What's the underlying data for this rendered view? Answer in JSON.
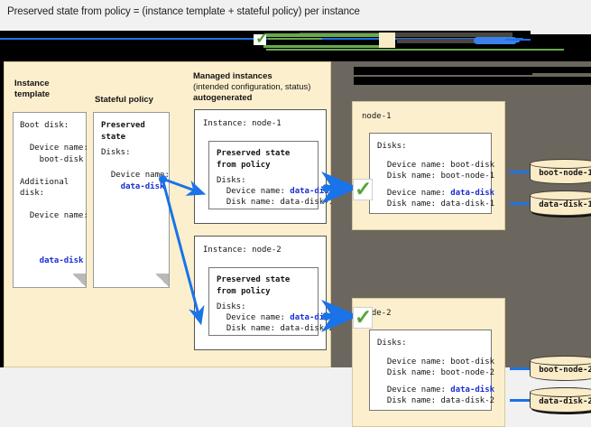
{
  "title": "Preserved state from policy = (instance template + stateful policy) per instance",
  "colors": {
    "panel_cream": "#fcefcd",
    "panel_gray": "#6b675e",
    "accent_blue": "#1a73e8",
    "value_blue": "#1a2fd4",
    "check_green": "#57a639",
    "page_bg": "#f1f1f1"
  },
  "columns": {
    "instance_template": {
      "heading": "Instance\ntemplate",
      "box": {
        "lines": [
          "Boot disk:",
          "",
          "  Device name:",
          "    boot-disk",
          "",
          "Additional",
          "disk:",
          "",
          "  Device name:"
        ],
        "value": "    data-disk"
      }
    },
    "stateful_policy": {
      "heading": "Stateful policy",
      "box": {
        "title": "Preserved\nstate",
        "lines": [
          "Disks:",
          "",
          "  Device name:"
        ],
        "value": "    data-disk"
      }
    },
    "managed_instances": {
      "heading_bold": "Managed instances",
      "heading_sub": "(intended configuration, status)",
      "heading_bold2": "autogenerated",
      "instances": [
        {
          "label": "Instance: node-1",
          "inner_title": "Preserved state\nfrom policy",
          "disks_label": "Disks:",
          "device_label": "  Device name: ",
          "device_value": "data-disk",
          "disk_label": "  Disk name: ",
          "disk_value": "data-disk-1"
        },
        {
          "label": "Instance: node-2",
          "inner_title": "Preserved state\nfrom policy",
          "disks_label": "Disks:",
          "device_label": "  Device name: ",
          "device_value": "data-disk",
          "disk_label": "  Disk name: ",
          "disk_value": "data-disk-2"
        }
      ]
    },
    "running_nodes": {
      "redacted_heading_line1": "",
      "redacted_heading_line2": "",
      "nodes": [
        {
          "label": "node-1",
          "disks_label": "Disks:",
          "boot_device_label": "  Device name: boot-disk",
          "boot_disk_label": "  Disk name: boot-node-1",
          "data_device_label": "  Device name: ",
          "data_device_value": "data-disk",
          "data_disk_label": "  Disk name: ",
          "data_disk_value": "data-disk-1",
          "volumes": [
            "boot-node-1",
            "data-disk-1"
          ]
        },
        {
          "label": "node-2",
          "disks_label": "Disks:",
          "boot_device_label": "  Device name: boot-disk",
          "boot_disk_label": "  Disk name: boot-node-2",
          "data_device_label": "  Device name: ",
          "data_device_value": "data-disk",
          "data_disk_label": "  Disk name: ",
          "data_disk_value": "data-disk-2",
          "volumes": [
            "boot-node-2",
            "data-disk-2"
          ]
        }
      ]
    }
  }
}
